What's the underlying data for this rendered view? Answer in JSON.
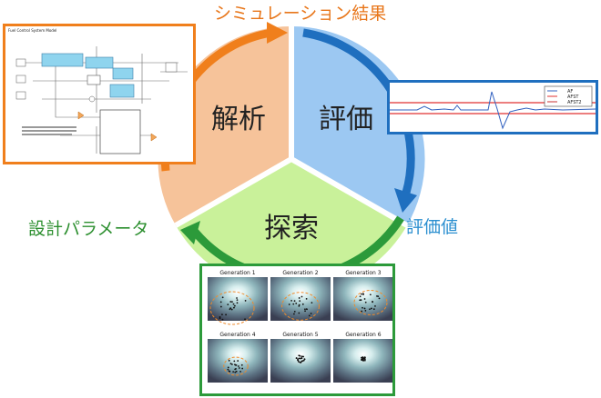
{
  "sections": {
    "analysis": "解析",
    "evaluation": "評価",
    "search": "探索"
  },
  "arrows": {
    "simulation_result": "シミュレーション結果",
    "evaluation_value": "評価値",
    "design_parameters": "設計パラメータ"
  },
  "model_panel": {
    "title": "Fuel Control System Model"
  },
  "scope_panel": {
    "legend": [
      "AF",
      "AFST",
      "AFST2"
    ]
  },
  "generations": [
    {
      "title": "Generation 1"
    },
    {
      "title": "Generation 2"
    },
    {
      "title": "Generation 3"
    },
    {
      "title": "Generation 4"
    },
    {
      "title": "Generation 5"
    },
    {
      "title": "Generation 6"
    }
  ],
  "colors": {
    "analysis": "#f6c39a",
    "evaluation": "#9cc8f2",
    "search": "#c9f19a",
    "orange": "#f07f1c",
    "blue": "#1f6fbf",
    "green": "#2c9a3a",
    "eval_value_text": "#2b8fd0",
    "design_param_text": "#2c8f2f"
  }
}
